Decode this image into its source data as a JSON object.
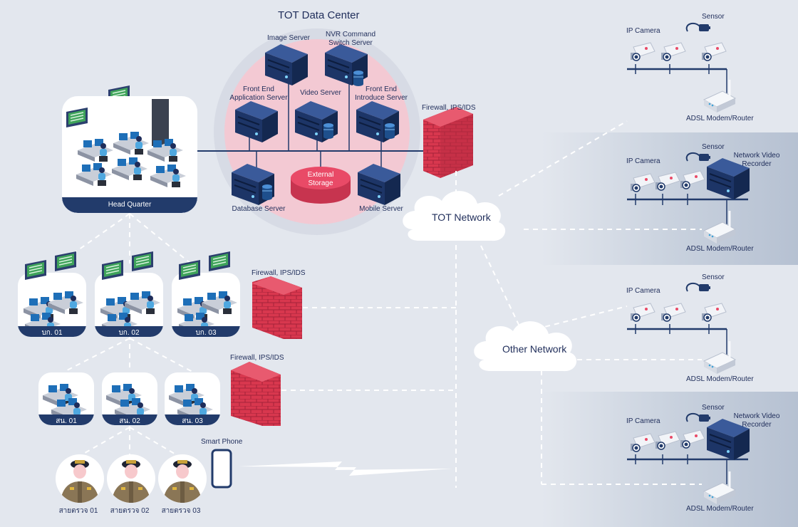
{
  "data_center": {
    "title": "TOT Data Center",
    "servers": {
      "image_server": "Image Server",
      "nvr_server": "NVR Command\nSwitch Server",
      "front_end_app": "Front End\nApplication Server",
      "video_server": "Video Server",
      "front_end_intro": "Front End\nIntroduce Server",
      "database_server": "Database Server",
      "external_storage": "External\nStorage",
      "mobile_server": "Mobile Server"
    }
  },
  "hq": {
    "label": "Head Quarter"
  },
  "firewalls": [
    "Firewall, IPS/IDS",
    "Firewall, IPS/IDS",
    "Firewall, IPS/IDS"
  ],
  "networks": {
    "tot": "TOT Network",
    "other": "Other Network"
  },
  "regional_offices": [
    "บก. 01",
    "บก. 02",
    "บก. 03"
  ],
  "stations": [
    "สน. 01",
    "สน. 02",
    "สน. 03"
  ],
  "officers": [
    "สายตรวจ 01",
    "สายตรวจ 02",
    "สายตรวจ 03"
  ],
  "smart_phone": "Smart Phone",
  "sites": [
    {
      "camera": "IP Camera",
      "sensor": "Sensor",
      "router": "ADSL Modem/Router",
      "nvr": ""
    },
    {
      "camera": "IP Camera",
      "sensor": "Sensor",
      "router": "ADSL Modem/Router",
      "nvr": "Network Video\nRecorder"
    },
    {
      "camera": "IP Camera",
      "sensor": "Sensor",
      "router": "ADSL Modem/Router",
      "nvr": ""
    },
    {
      "camera": "IP Camera",
      "sensor": "Sensor",
      "router": "ADSL Modem/Router",
      "nvr": "Network Video\nRecorder"
    }
  ],
  "colors": {
    "background": "#e3e7ee",
    "navy": "#223b6b",
    "pink_zone": "#f3c9d3",
    "storage": "#e94a67",
    "firewall": "#d8374e",
    "screen_green": "#3fa35a"
  }
}
